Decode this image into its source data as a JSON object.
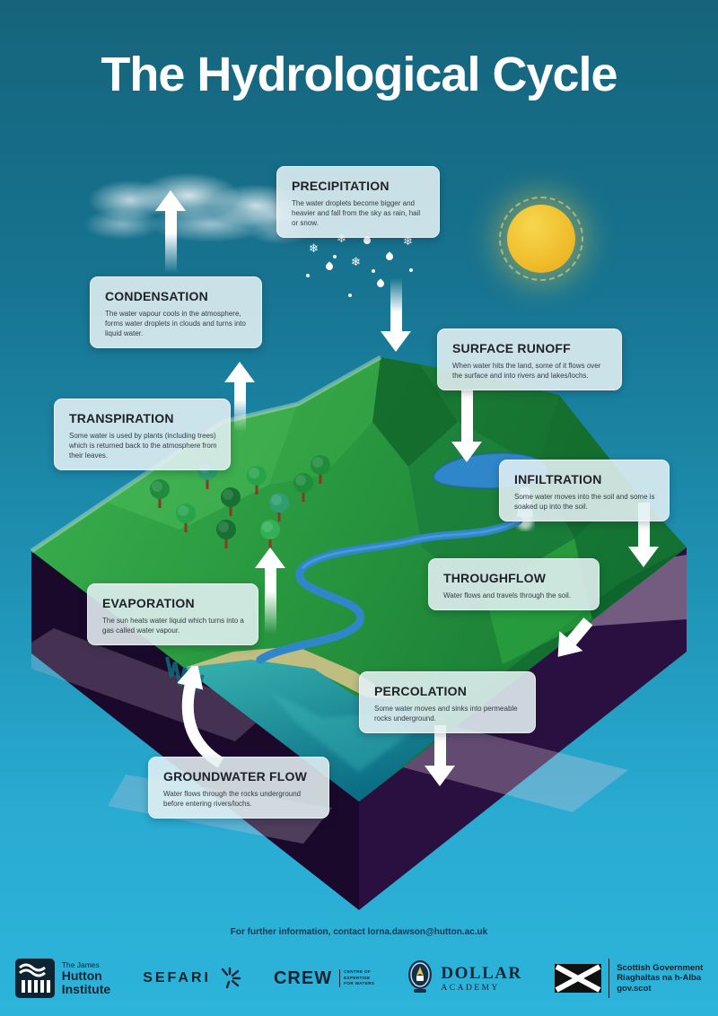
{
  "poster": {
    "title": "The Hydrological Cycle"
  },
  "stages": [
    {
      "id": "precipitation",
      "title": "PRECIPITATION",
      "description": "The water droplets become bigger and heavier and fall from the sky as rain, hail or snow."
    },
    {
      "id": "condensation",
      "title": "CONDENSATION",
      "description": "The water vapour cools in the atmosphere, forms water droplets in clouds and turns into liquid water."
    },
    {
      "id": "surface-runoff",
      "title": "SURFACE RUNOFF",
      "description": "When water hits the land, some of it flows over the surface and into rivers and lakes/lochs."
    },
    {
      "id": "transpiration",
      "title": "TRANSPIRATION",
      "description": "Some water is used by plants (including trees) which is returned back to the atmosphere from their leaves."
    },
    {
      "id": "infiltration",
      "title": "INFILTRATION",
      "description": "Some water moves into the soil and some is soaked up into the soil."
    },
    {
      "id": "throughflow",
      "title": "THROUGHFLOW",
      "description": "Water flows and travels through the soil."
    },
    {
      "id": "evaporation",
      "title": "EVAPORATION",
      "description": "The sun heats water liquid which turns into a gas called water vapour."
    },
    {
      "id": "percolation",
      "title": "PERCOLATION",
      "description": "Some water moves and sinks into permeable rocks underground."
    },
    {
      "id": "groundwater-flow",
      "title": "GROUNDWATER FLOW",
      "description": "Water flows through the rocks underground before entering rivers/lochs."
    }
  ],
  "icons": {
    "snowflake": "❄",
    "raindrop": "teardrop-shape",
    "sun": "glowing-circle",
    "cloud": "white-wisps",
    "flow-arrow": "white-arrow"
  },
  "footer": {
    "contact": "For further information, contact lorna.dawson@hutton.ac.uk",
    "logos": {
      "hutton": {
        "line1": "The James",
        "line2": "Hutton",
        "line3": "Institute"
      },
      "sefari": {
        "label": "SEFARI"
      },
      "crew": {
        "label": "CREW",
        "sub1": "CENTRE OF",
        "sub2": "EXPERTISE",
        "sub3": "FOR WATERS"
      },
      "dollar": {
        "line1": "DOLLAR",
        "line2": "ACADEMY"
      },
      "scotgov": {
        "line1": "Scottish Government",
        "line2": "Riaghaltas na h-Alba",
        "line3": "gov.scot"
      }
    }
  },
  "colors": {
    "background_top": "#15647b",
    "background_bottom": "#2db4da",
    "sun": "#efbc2b",
    "terrain_green": "#2a9a40",
    "underground_purple": "#2a1040",
    "water_blue": "#2f86c8",
    "sea_teal": "#1d98a0",
    "box_background": "#e4f0f4",
    "arrow_white": "#ffffff"
  }
}
